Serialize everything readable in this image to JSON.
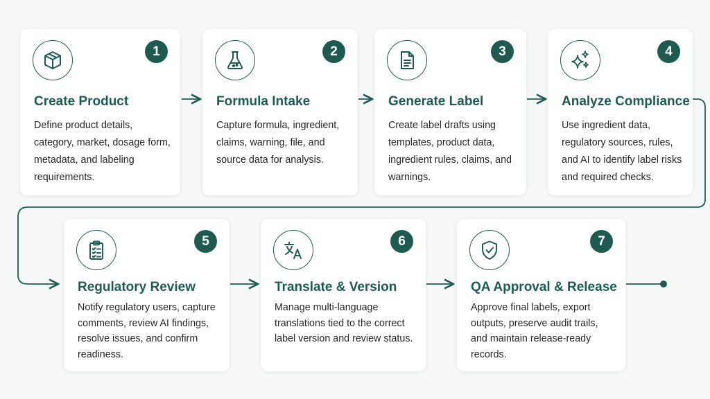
{
  "accent_color": "#1e5a50",
  "steps": [
    {
      "number": "1",
      "title": "Create Product",
      "description": "Define product details, category, market, dosage form, metadata, and labeling requirements.",
      "icon": "box-icon"
    },
    {
      "number": "2",
      "title": "Formula Intake",
      "description": "Capture formula, ingredient, claims, warning, file, and source data for analysis.",
      "icon": "flask-icon"
    },
    {
      "number": "3",
      "title": "Generate Label",
      "description": "Create label drafts using templates, product data, ingredient rules, claims, and warnings.",
      "icon": "document-icon"
    },
    {
      "number": "4",
      "title": "Analyze Compliance",
      "description": "Use ingredient data, regulatory sources, rules, and AI to identify label risks and required checks.",
      "icon": "sparkles-icon"
    },
    {
      "number": "5",
      "title": "Regulatory Review",
      "description": "Notify regulatory users, capture comments, review AI findings, resolve issues, and confirm readiness.",
      "icon": "clipboard-check-icon"
    },
    {
      "number": "6",
      "title": "Translate & Version",
      "description": "Manage multi-language translations tied to the correct label version and review status.",
      "icon": "translate-icon"
    },
    {
      "number": "7",
      "title": "QA Approval & Release",
      "description": "Approve final labels, export outputs, preserve audit trails, and maintain release-ready records.",
      "icon": "shield-check-icon"
    }
  ]
}
